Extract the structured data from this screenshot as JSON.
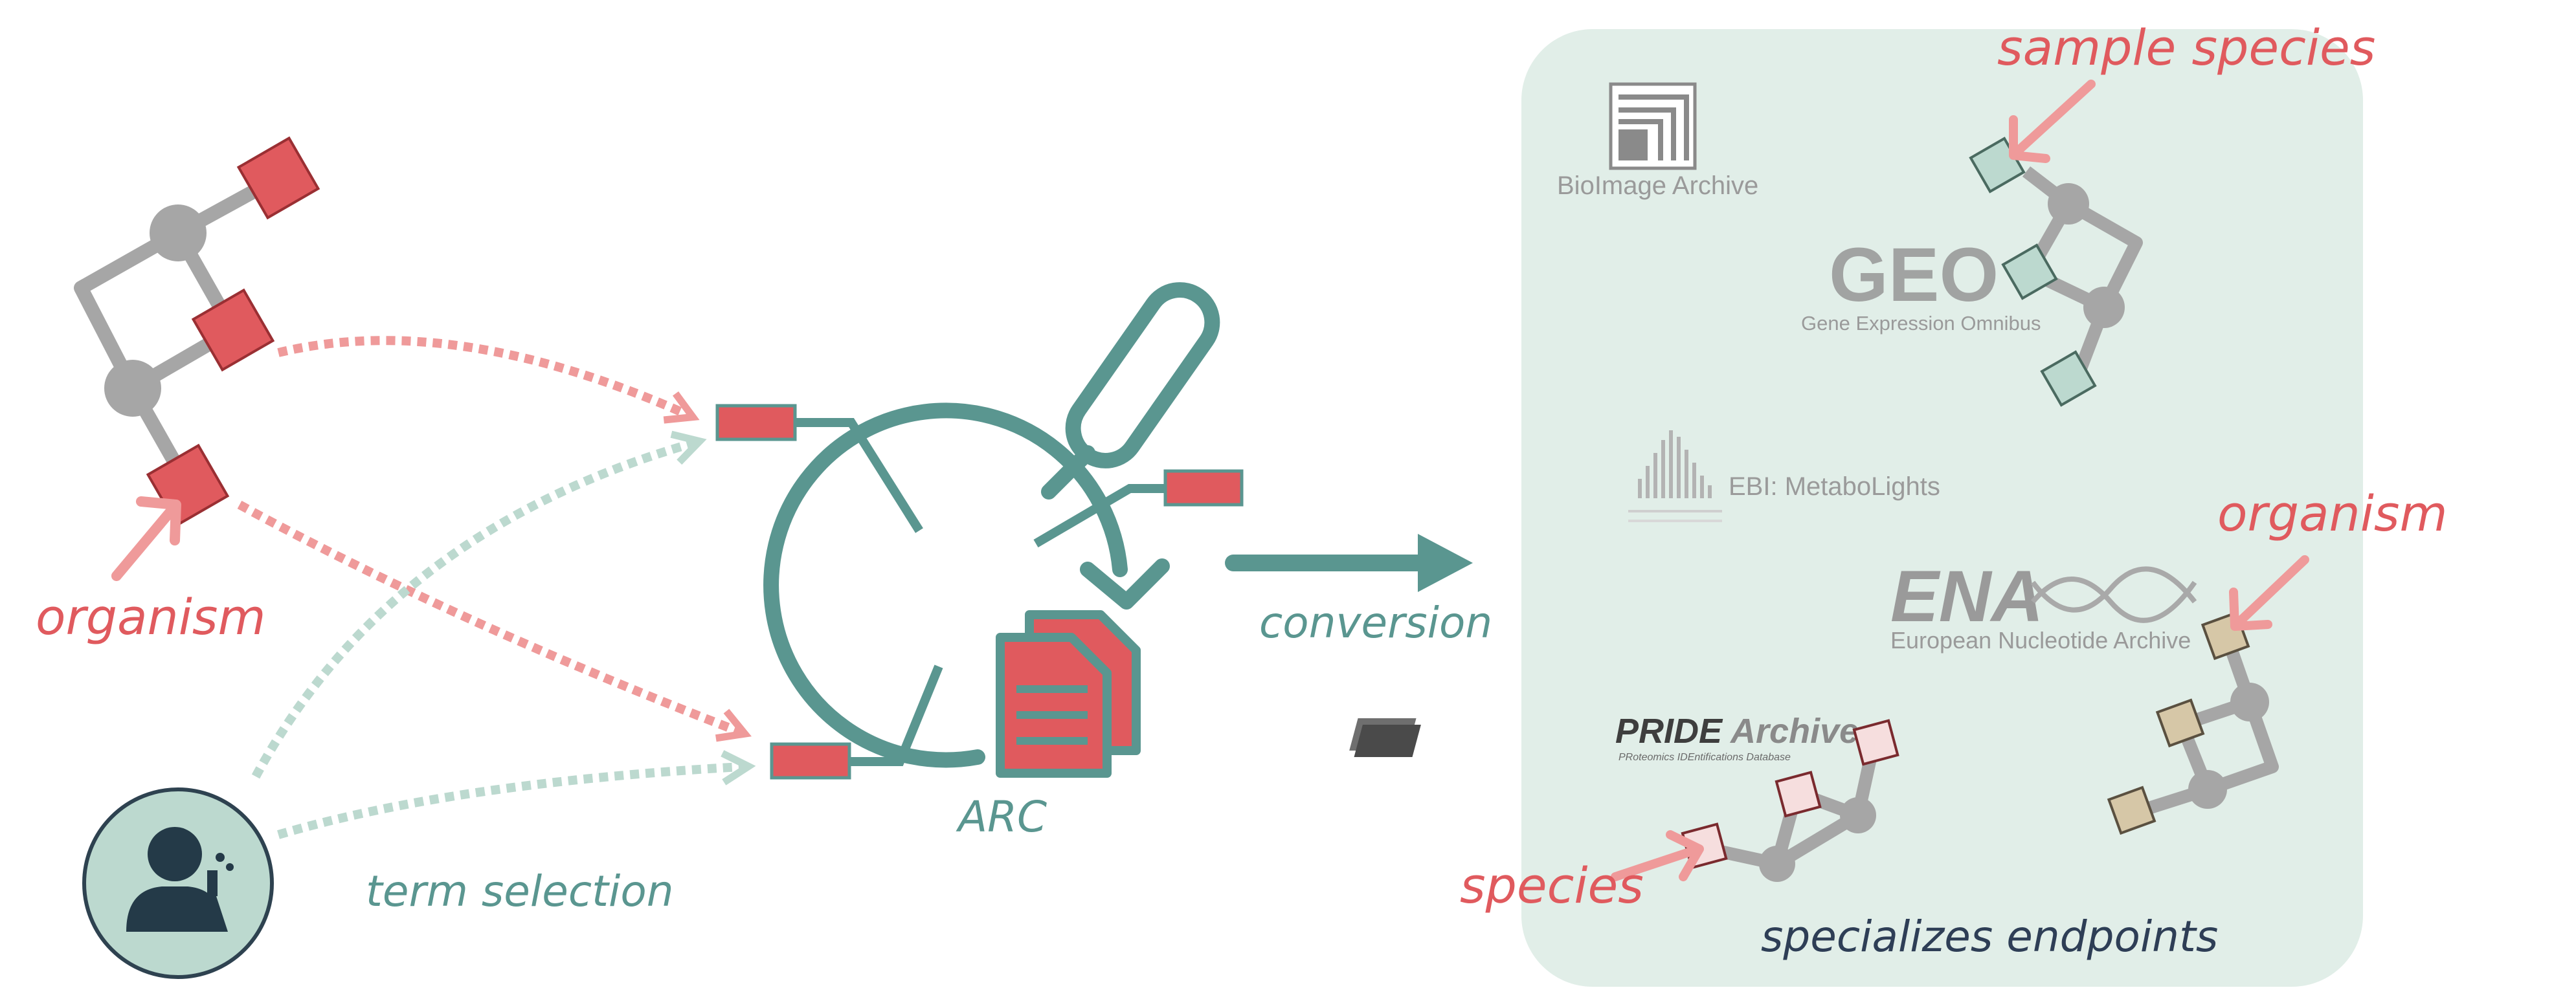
{
  "colors": {
    "red": "#e05a5e",
    "teal": "#5a9690",
    "pale_teal": "#bcd9cf",
    "panel": "#e1eee8",
    "node_grey": "#a6a6a6",
    "dark_text": "#2e3e56"
  },
  "left": {
    "organism_label": "organism",
    "term_selection_label": "term selection",
    "user_icon": "scientist-icon"
  },
  "center": {
    "arc_label": "ARC",
    "conversion_label": "conversion",
    "icons": [
      "pipette-icon",
      "cycle-arrow-icon",
      "documents-icon"
    ]
  },
  "panel": {
    "sample_species_label": "sample species",
    "organism_label": "organism",
    "species_label": "species",
    "caption": "specializes endpoints",
    "bioimage": {
      "name": "BioImage Archive"
    },
    "geo": {
      "logo": "GEO",
      "name": "Gene Expression Omnibus"
    },
    "metabolights": {
      "name": "EBI: MetaboLights"
    },
    "ena": {
      "logo": "ENA",
      "name": "European Nucleotide Archive"
    },
    "pride": {
      "logo_bold": "PRIDE",
      "logo_rest": " Archive",
      "subtitle": "PRoteomics IDEntifications Database"
    }
  }
}
